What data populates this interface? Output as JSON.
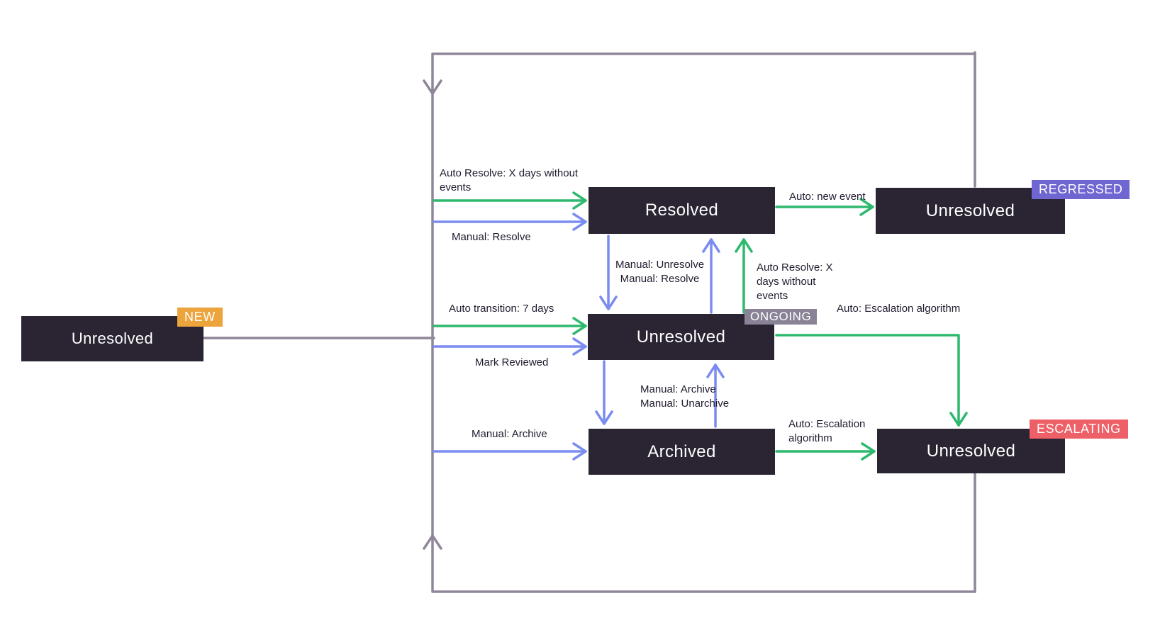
{
  "colors": {
    "node_bg": "#2b2433",
    "node_text": "#ffffff",
    "auto_arrow": "#2eb96f",
    "manual_arrow": "#7b8cf0",
    "loop_line": "#8f8699",
    "label_text": "#211a2e",
    "badge_new": "#eca43d",
    "badge_ongoing": "#8a8397",
    "badge_regressed": "#6f66d2",
    "badge_escalating": "#ee6067"
  },
  "nodes": {
    "new": {
      "label": "Unresolved",
      "badge": "NEW"
    },
    "resolved": {
      "label": "Resolved"
    },
    "ongoing": {
      "label": "Unresolved",
      "badge": "ONGOING"
    },
    "archived": {
      "label": "Archived"
    },
    "regressed": {
      "label": "Unresolved",
      "badge": "REGRESSED"
    },
    "escalating": {
      "label": "Unresolved",
      "badge": "ESCALATING"
    }
  },
  "edges": {
    "auto_resolve_to_resolved": "Auto Resolve: X days without events",
    "manual_resolve_to_resolved": "Manual: Resolve",
    "manual_unresolve_down": "Manual: Unresolve",
    "manual_resolve_up": "Manual: Resolve",
    "auto_resolve_up": "Auto Resolve: X days without events",
    "auto_transition": "Auto transition: 7 days",
    "mark_reviewed": "Mark Reviewed",
    "auto_escalation_from_ongoing": "Auto: Escalation algorithm",
    "manual_archive_down": "Manual: Archive",
    "manual_unarchive_up": "Manual: Unarchive",
    "manual_archive_left": "Manual: Archive",
    "auto_new_event": "Auto: new event",
    "auto_escalation_from_archived": "Auto: Escalation algorithm"
  }
}
